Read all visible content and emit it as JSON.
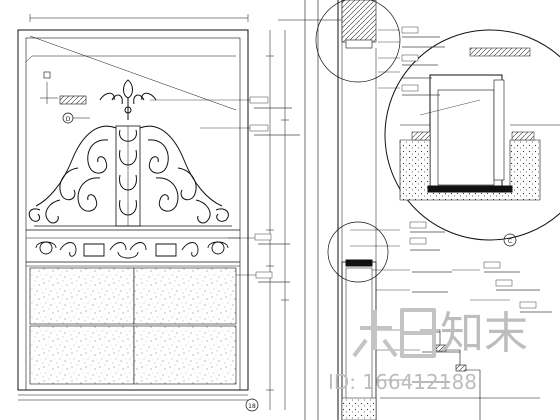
{
  "watermark": {
    "brand": "知末",
    "id_text": "ID: 166412188"
  },
  "drawing": {
    "elevation_circle_marker": "D",
    "bottom_marker": "18",
    "detail_circle_marker": "C",
    "sheet_style": "architectural CAD elevation and section detail"
  }
}
